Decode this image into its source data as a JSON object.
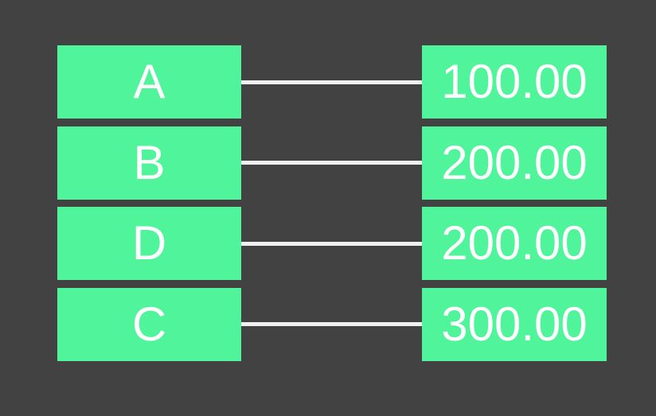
{
  "canvas": {
    "background": "#424242"
  },
  "colors": {
    "canvas_bg": "#424242",
    "node_fill": "#4FF49B",
    "node_text": "#FFFFFF",
    "edge_line": "#F0F0F0"
  },
  "mapping": {
    "rows": [
      {
        "label": "A",
        "value": "100.00"
      },
      {
        "label": "B",
        "value": "200.00"
      },
      {
        "label": "D",
        "value": "200.00"
      },
      {
        "label": "C",
        "value": "300.00"
      }
    ]
  }
}
